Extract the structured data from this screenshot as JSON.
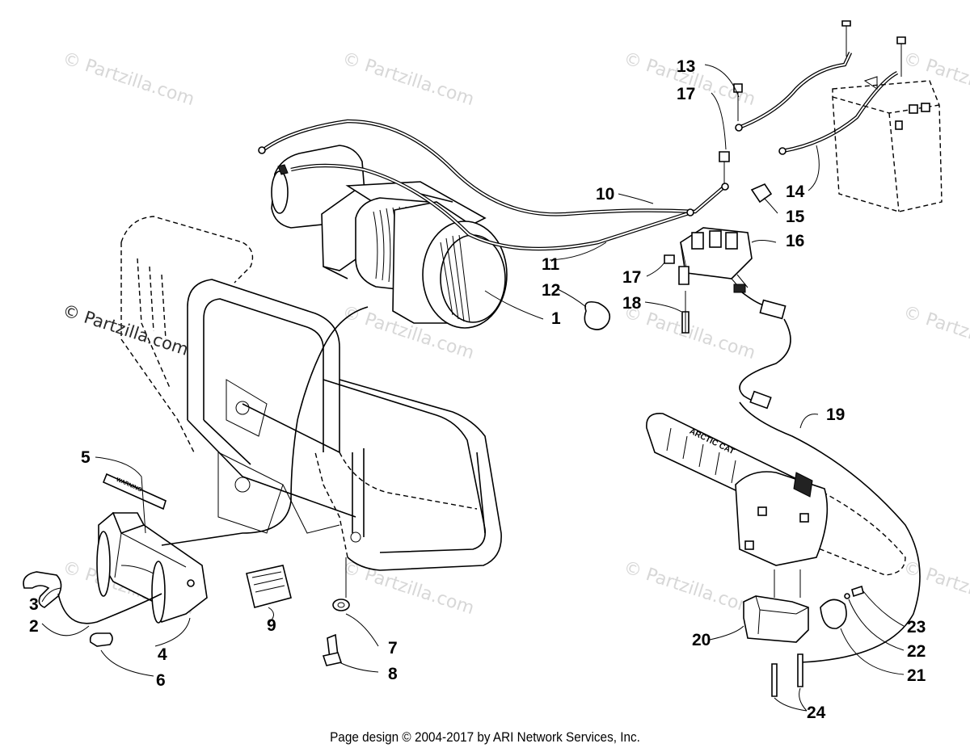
{
  "watermark": {
    "text": "© Partzilla.com",
    "prominent_text": "© Partzilla.com"
  },
  "labels": {
    "grip_text": "ARCTIC CAT",
    "decal_text": "WARNING"
  },
  "callouts": [
    {
      "id": "c1",
      "text": "1"
    },
    {
      "id": "c2",
      "text": "2"
    },
    {
      "id": "c3",
      "text": "3"
    },
    {
      "id": "c4",
      "text": "4"
    },
    {
      "id": "c5",
      "text": "5"
    },
    {
      "id": "c6",
      "text": "6"
    },
    {
      "id": "c7",
      "text": "7"
    },
    {
      "id": "c8",
      "text": "8"
    },
    {
      "id": "c9",
      "text": "9"
    },
    {
      "id": "c10",
      "text": "10"
    },
    {
      "id": "c11",
      "text": "11"
    },
    {
      "id": "c12",
      "text": "12"
    },
    {
      "id": "c13",
      "text": "13"
    },
    {
      "id": "c14",
      "text": "14"
    },
    {
      "id": "c15",
      "text": "15"
    },
    {
      "id": "c16",
      "text": "16"
    },
    {
      "id": "c17a",
      "text": "17"
    },
    {
      "id": "c17b",
      "text": "17"
    },
    {
      "id": "c18",
      "text": "18"
    },
    {
      "id": "c19",
      "text": "19"
    },
    {
      "id": "c20",
      "text": "20"
    },
    {
      "id": "c21",
      "text": "21"
    },
    {
      "id": "c22",
      "text": "22"
    },
    {
      "id": "c23",
      "text": "23"
    },
    {
      "id": "c24",
      "text": "24"
    }
  ],
  "footer": "Page design © 2004-2017 by ARI Network Services, Inc.",
  "colors": {
    "line": "#000000",
    "watermark": "#d7d7d7",
    "background": "#ffffff"
  }
}
